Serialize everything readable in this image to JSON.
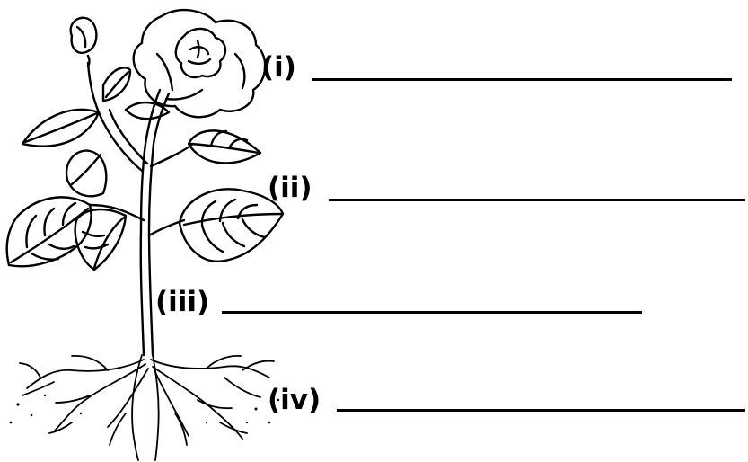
{
  "labels": [
    {
      "marker": "(i)",
      "answer": ""
    },
    {
      "marker": "(ii)",
      "answer": ""
    },
    {
      "marker": "(iii)",
      "answer": ""
    },
    {
      "marker": "(iv)",
      "answer": ""
    }
  ],
  "colors": {
    "ink": "#000000",
    "paper": "#ffffff"
  }
}
